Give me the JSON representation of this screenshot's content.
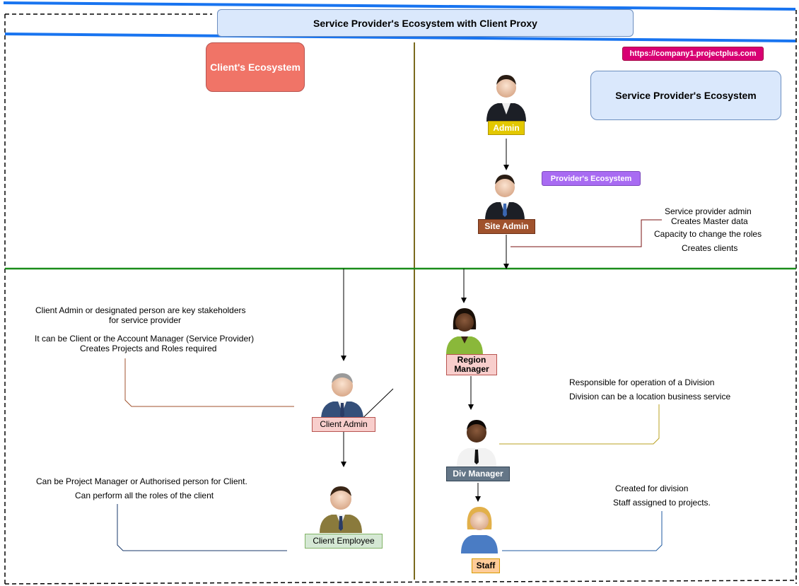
{
  "title": "Service Provider's Ecosystem with Client Proxy",
  "badges": {
    "client_ecosystem": "Client's Ecosystem",
    "service_provider_ecosystem": "Service Provider's Ecosystem",
    "url": "https://company1.projectplus.com",
    "providers_ecosystem": "Provider's Ecosystem"
  },
  "roles": {
    "admin": "Admin",
    "site_admin": "Site Admin",
    "region_manager": "Region Manager",
    "div_manager": "Div Manager",
    "staff": "Staff",
    "client_admin": "Client Admin",
    "client_employee": "Client Employee"
  },
  "notes": {
    "site_admin": [
      "Service provider admin",
      "Creates Master data",
      "Capacity to change the roles",
      "Creates clients"
    ],
    "client_admin": [
      "Client Admin or designated person are key stakeholders",
      "for service provider",
      "It can be  Client or the Account Manager (Service Provider)",
      "Creates Projects and Roles required"
    ],
    "div_manager": [
      "Responsible for operation of a Division",
      "Division  can be a location business service"
    ],
    "client_employee": [
      "Can be Project Manager or Authorised person for Client.",
      "Can perform all the roles of the client"
    ],
    "staff": [
      "Created for division",
      "Staff assigned to projects."
    ]
  },
  "colors": {
    "frame_blue": "#1874f0",
    "divider_olive": "#7a6a1e",
    "divider_green": "#1a8c1a",
    "admin_label": "#e3c800",
    "site_admin_label": "#a0522d",
    "region_manager_label": "#f8cecc",
    "div_manager_label": "#647687",
    "staff_label": "#ffcc99",
    "client_admin_label": "#f8cecc",
    "client_employee_label": "#d5e8d4"
  }
}
